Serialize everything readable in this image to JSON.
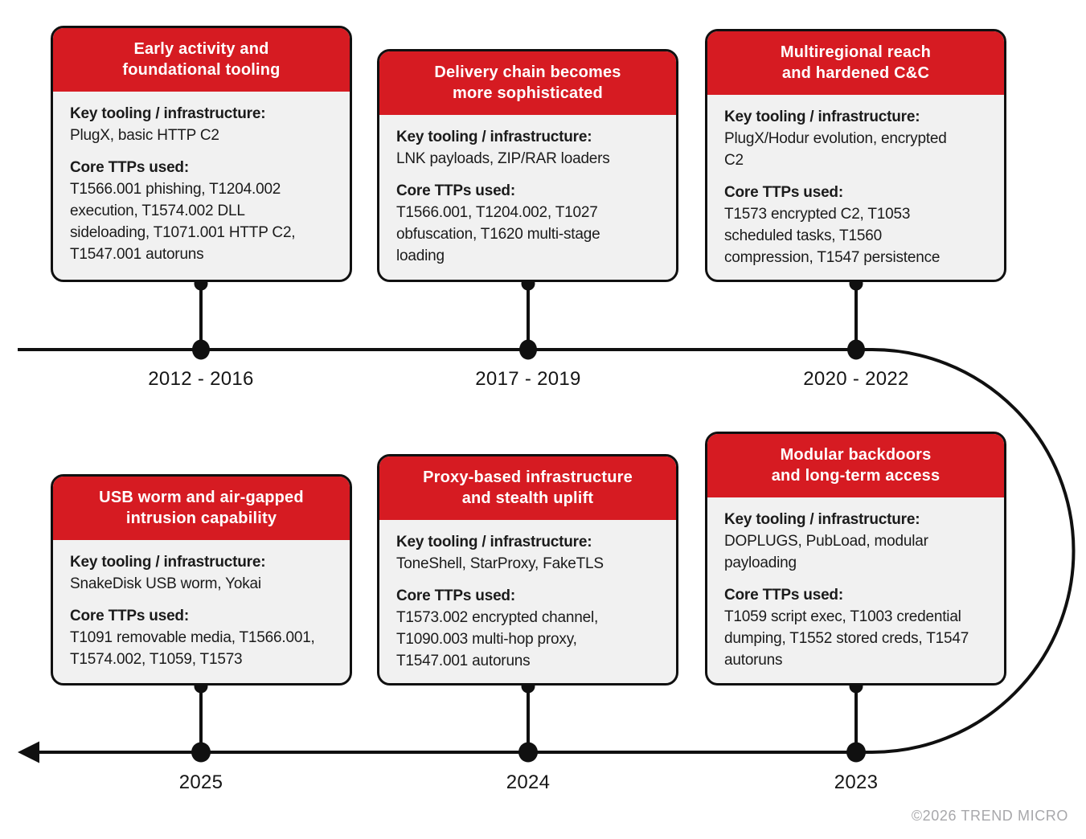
{
  "labels": {
    "key_tooling": "Key tooling / infrastructure:",
    "core_ttps": "Core TTPs used:"
  },
  "cards": [
    {
      "title": "Early activity and\nfoundational tooling",
      "tooling": "PlugX, basic HTTP C2",
      "ttps": "T1566.001 phishing, T1204.002\nexecution, T1574.002 DLL\nsideloading, T1071.001 HTTP C2,\nT1547.001 autoruns"
    },
    {
      "title": "Delivery chain becomes\nmore sophisticated",
      "tooling": "LNK payloads, ZIP/RAR loaders",
      "ttps": "T1566.001, T1204.002, T1027\nobfuscation, T1620 multi-stage\nloading"
    },
    {
      "title": "Multiregional reach\nand hardened C&C",
      "tooling": "PlugX/Hodur evolution, encrypted\nC2",
      "ttps": "T1573 encrypted C2, T1053\nscheduled tasks, T1560\ncompression, T1547 persistence"
    },
    {
      "title": "USB worm and air-gapped\nintrusion capability",
      "tooling": "SnakeDisk USB worm, Yokai",
      "ttps": "T1091 removable media, T1566.001,\nT1574.002, T1059, T1573"
    },
    {
      "title": "Proxy-based infrastructure\nand stealth uplift",
      "tooling": "ToneShell, StarProxy, FakeTLS",
      "ttps": "T1573.002 encrypted channel,\nT1090.003 multi-hop proxy,\nT1547.001 autoruns"
    },
    {
      "title": "Modular backdoors\nand long-term access",
      "tooling": "DOPLUGS, PubLoad, modular\npayloading",
      "ttps": "T1059 script exec, T1003 credential\ndumping, T1552 stored creds, T1547\nautoruns"
    }
  ],
  "timeline": {
    "years_top": [
      "2012 - 2016",
      "2017 - 2019",
      "2020 - 2022"
    ],
    "years_bottom": [
      "2025",
      "2024",
      "2023"
    ]
  },
  "footer": {
    "copyright": "©2026 TREND MICRO"
  },
  "colors": {
    "accent_red": "#d61b22",
    "card_body_gray": "#f1f1f1",
    "line_black": "#101010",
    "copyright_gray": "#a8a8ab"
  }
}
